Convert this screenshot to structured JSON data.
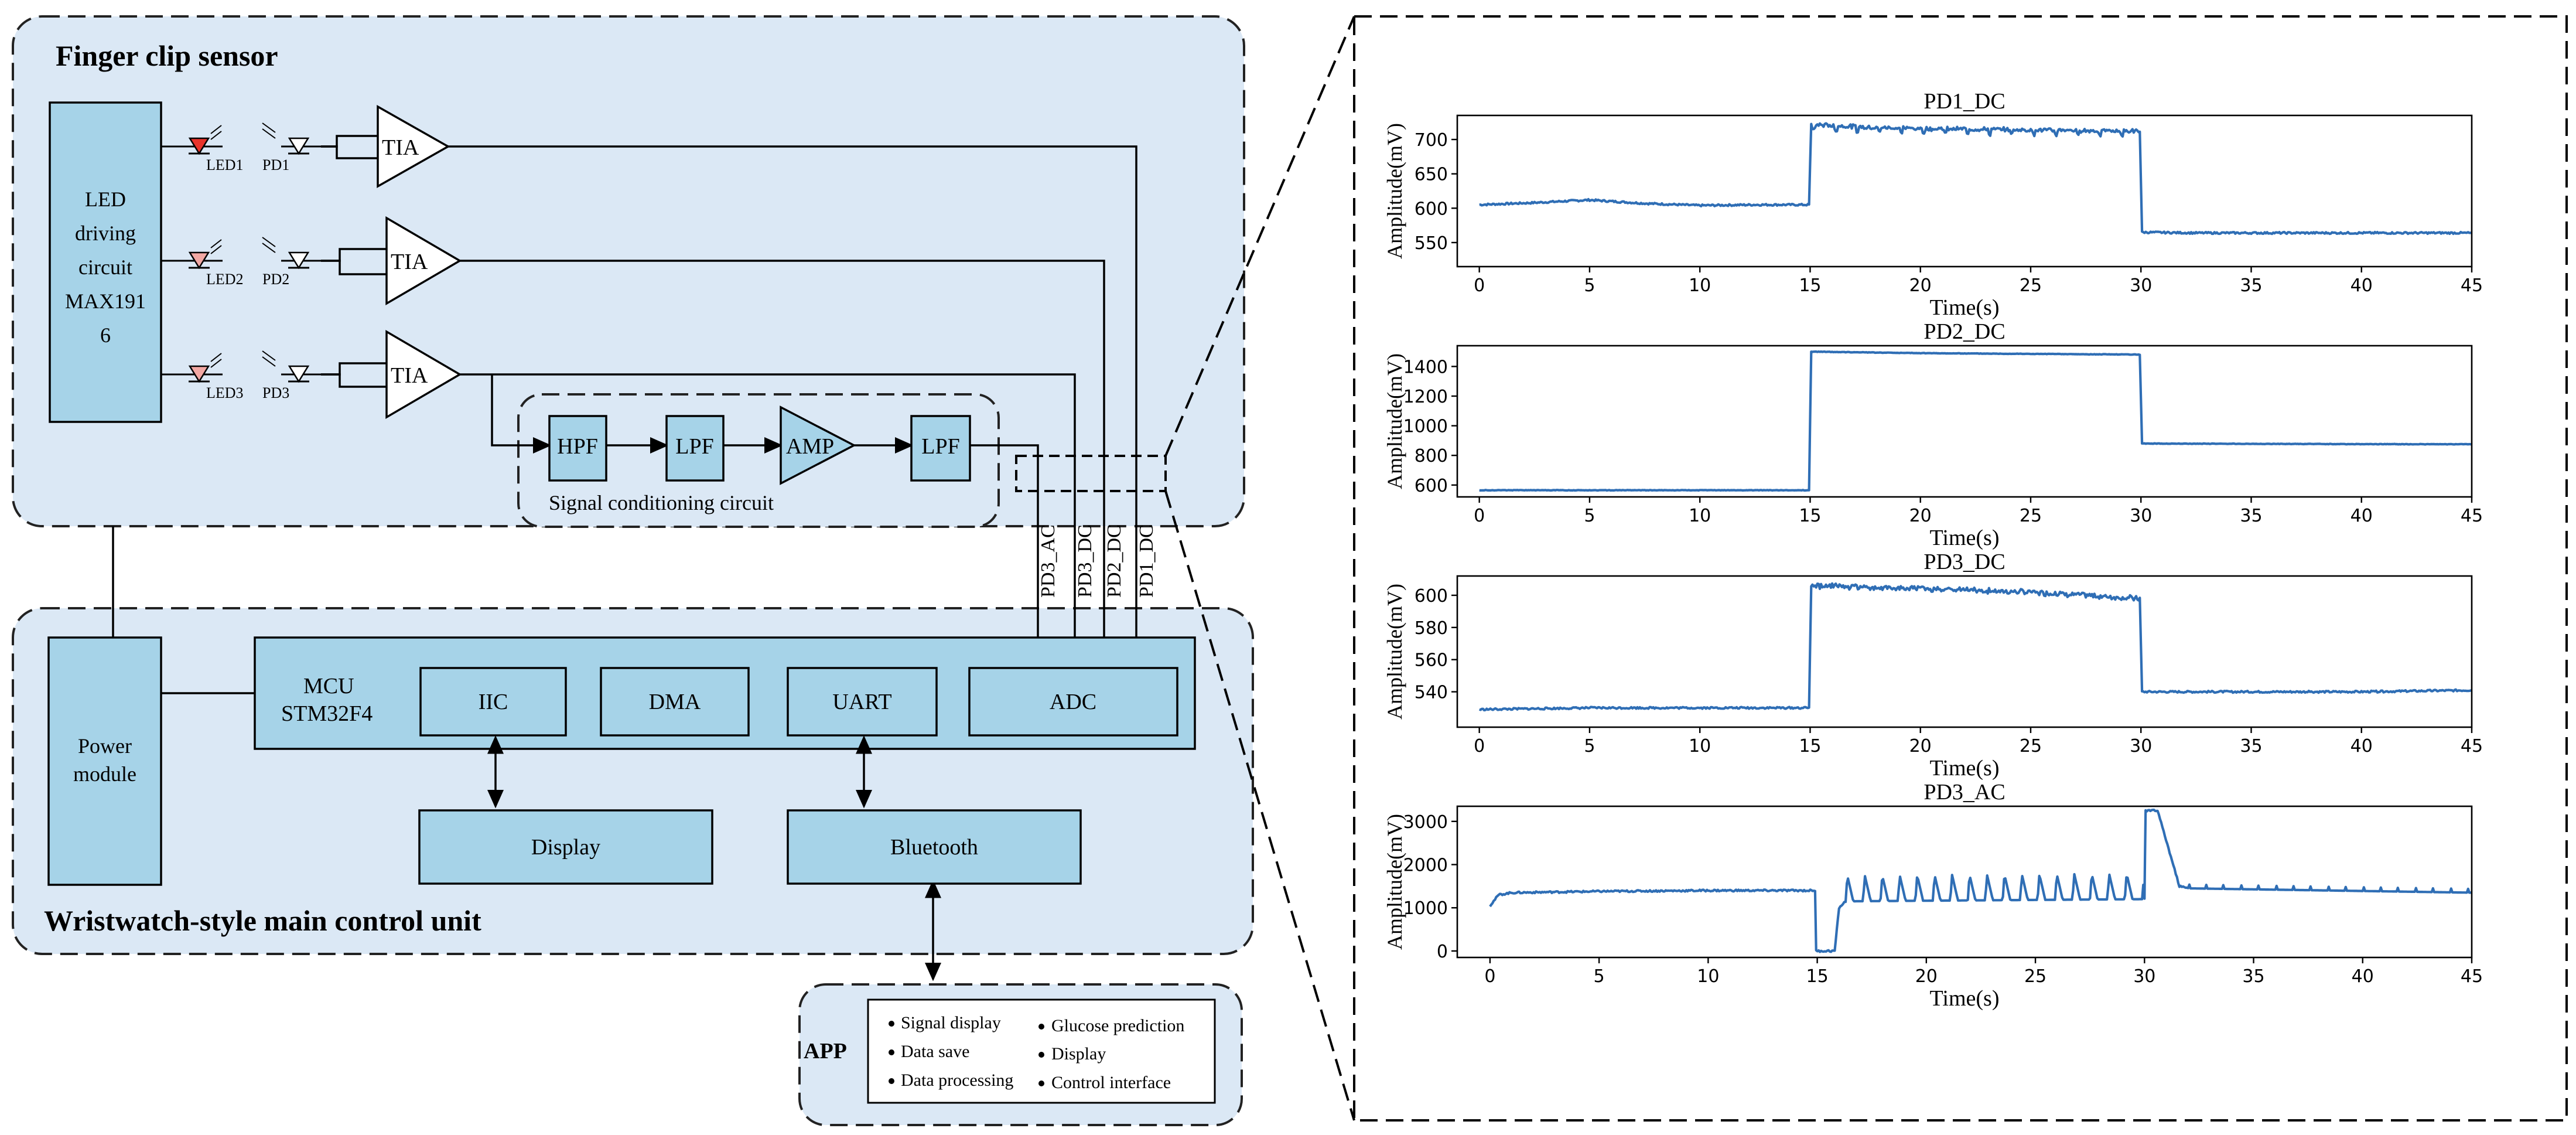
{
  "left": {
    "finger_title": "Finger clip sensor",
    "wrist_title": "Wristwatch-style main control unit",
    "led_driver": [
      "LED",
      "driving",
      "circuit",
      "MAX191",
      "6"
    ],
    "leds": [
      "LED1",
      "LED2",
      "LED3"
    ],
    "pds": [
      "PD1",
      "PD2",
      "PD3"
    ],
    "tia": [
      "TIA",
      "TIA",
      "TIA"
    ],
    "cond_blocks": [
      "HPF",
      "LPF",
      "AMP",
      "LPF"
    ],
    "cond_title": "Signal conditioning circuit",
    "signals": [
      "PD3_AC",
      "PD3_DC",
      "PD2_DC",
      "PD1_DC"
    ],
    "power": [
      "Power",
      "module"
    ],
    "mcu": [
      "MCU",
      "STM32F4"
    ],
    "periph": [
      "IIC",
      "DMA",
      "UART",
      "ADC"
    ],
    "display": "Display",
    "bluetooth": "Bluetooth",
    "app_title": "APP",
    "app_items_left": [
      "Signal display",
      "Data save",
      "Data processing"
    ],
    "app_items_right": [
      "Glucose prediction",
      "Display",
      "Control interface"
    ]
  },
  "colors": {
    "led_red": "#e8332a",
    "led_pink": "#f2a8a4",
    "block": "#a6d3e8",
    "panel": "#dbe8f5",
    "trace": "#2f6eb5"
  },
  "chart_data": [
    {
      "type": "line",
      "title": "PD1_DC",
      "xlabel": "Time(s)",
      "ylabel": "Amplitude(mV)",
      "xlim": [
        -1,
        45
      ],
      "ylim": [
        515,
        735
      ],
      "xticks": [
        0,
        5,
        10,
        15,
        20,
        25,
        30,
        35,
        40,
        45
      ],
      "yticks": [
        550,
        600,
        650,
        700
      ],
      "x": [
        0,
        2.5,
        5,
        7.5,
        10,
        12.5,
        14.95,
        15.05,
        17.5,
        20,
        22.5,
        25,
        27.5,
        29.95,
        30.05,
        32.5,
        35,
        37.5,
        40,
        42.5,
        45
      ],
      "y": [
        605,
        608,
        612,
        607,
        604,
        605,
        605,
        722,
        718,
        716,
        715,
        714,
        713,
        712,
        565,
        564,
        564,
        564,
        564,
        564,
        564
      ],
      "noise": "periodic pulses 15-30 s"
    },
    {
      "type": "line",
      "title": "PD2_DC",
      "xlabel": "Time(s)",
      "ylabel": "Amplitude(mV)",
      "xlim": [
        -1,
        45
      ],
      "ylim": [
        520,
        1540
      ],
      "xticks": [
        0,
        5,
        10,
        15,
        20,
        25,
        30,
        35,
        40,
        45
      ],
      "yticks": [
        600,
        800,
        1000,
        1200,
        1400
      ],
      "x": [
        0,
        5,
        10,
        14.95,
        15.05,
        20,
        25,
        29.95,
        30.05,
        35,
        40,
        45
      ],
      "y": [
        565,
        565,
        565,
        565,
        1500,
        1490,
        1485,
        1480,
        880,
        878,
        876,
        875
      ]
    },
    {
      "type": "line",
      "title": "PD3_DC",
      "xlabel": "Time(s)",
      "ylabel": "Amplitude(mV)",
      "xlim": [
        -1,
        45
      ],
      "ylim": [
        518,
        612
      ],
      "xticks": [
        0,
        5,
        10,
        15,
        20,
        25,
        30,
        35,
        40,
        45
      ],
      "yticks": [
        540,
        560,
        580,
        600
      ],
      "x": [
        0,
        5,
        10,
        14.95,
        15.05,
        17.5,
        20,
        22.5,
        25,
        27.5,
        29.95,
        30.05,
        35,
        40,
        45
      ],
      "y": [
        529,
        530,
        530,
        530,
        606,
        605,
        604,
        603,
        602,
        600,
        598,
        540,
        540,
        540,
        541
      ]
    },
    {
      "type": "line",
      "title": "PD3_AC",
      "xlabel": "Time(s)",
      "ylabel": "Amplitude(mV)",
      "xlim": [
        -1.5,
        45
      ],
      "ylim": [
        -150,
        3350
      ],
      "xticks": [
        0,
        5,
        10,
        15,
        20,
        25,
        30,
        35,
        40,
        45
      ],
      "yticks": [
        0,
        1000,
        2000,
        3000
      ],
      "x": [
        0,
        0.4,
        1,
        5,
        10,
        14.9,
        14.95,
        15.8,
        16,
        16.3,
        30,
        30.05,
        30.6,
        31.6,
        32,
        45
      ],
      "y": [
        1050,
        1300,
        1350,
        1380,
        1400,
        1400,
        0,
        0,
        1000,
        1150,
        1200,
        3250,
        3250,
        1500,
        1450,
        1350
      ],
      "noise": "periodic pulses 16-30 s"
    }
  ]
}
